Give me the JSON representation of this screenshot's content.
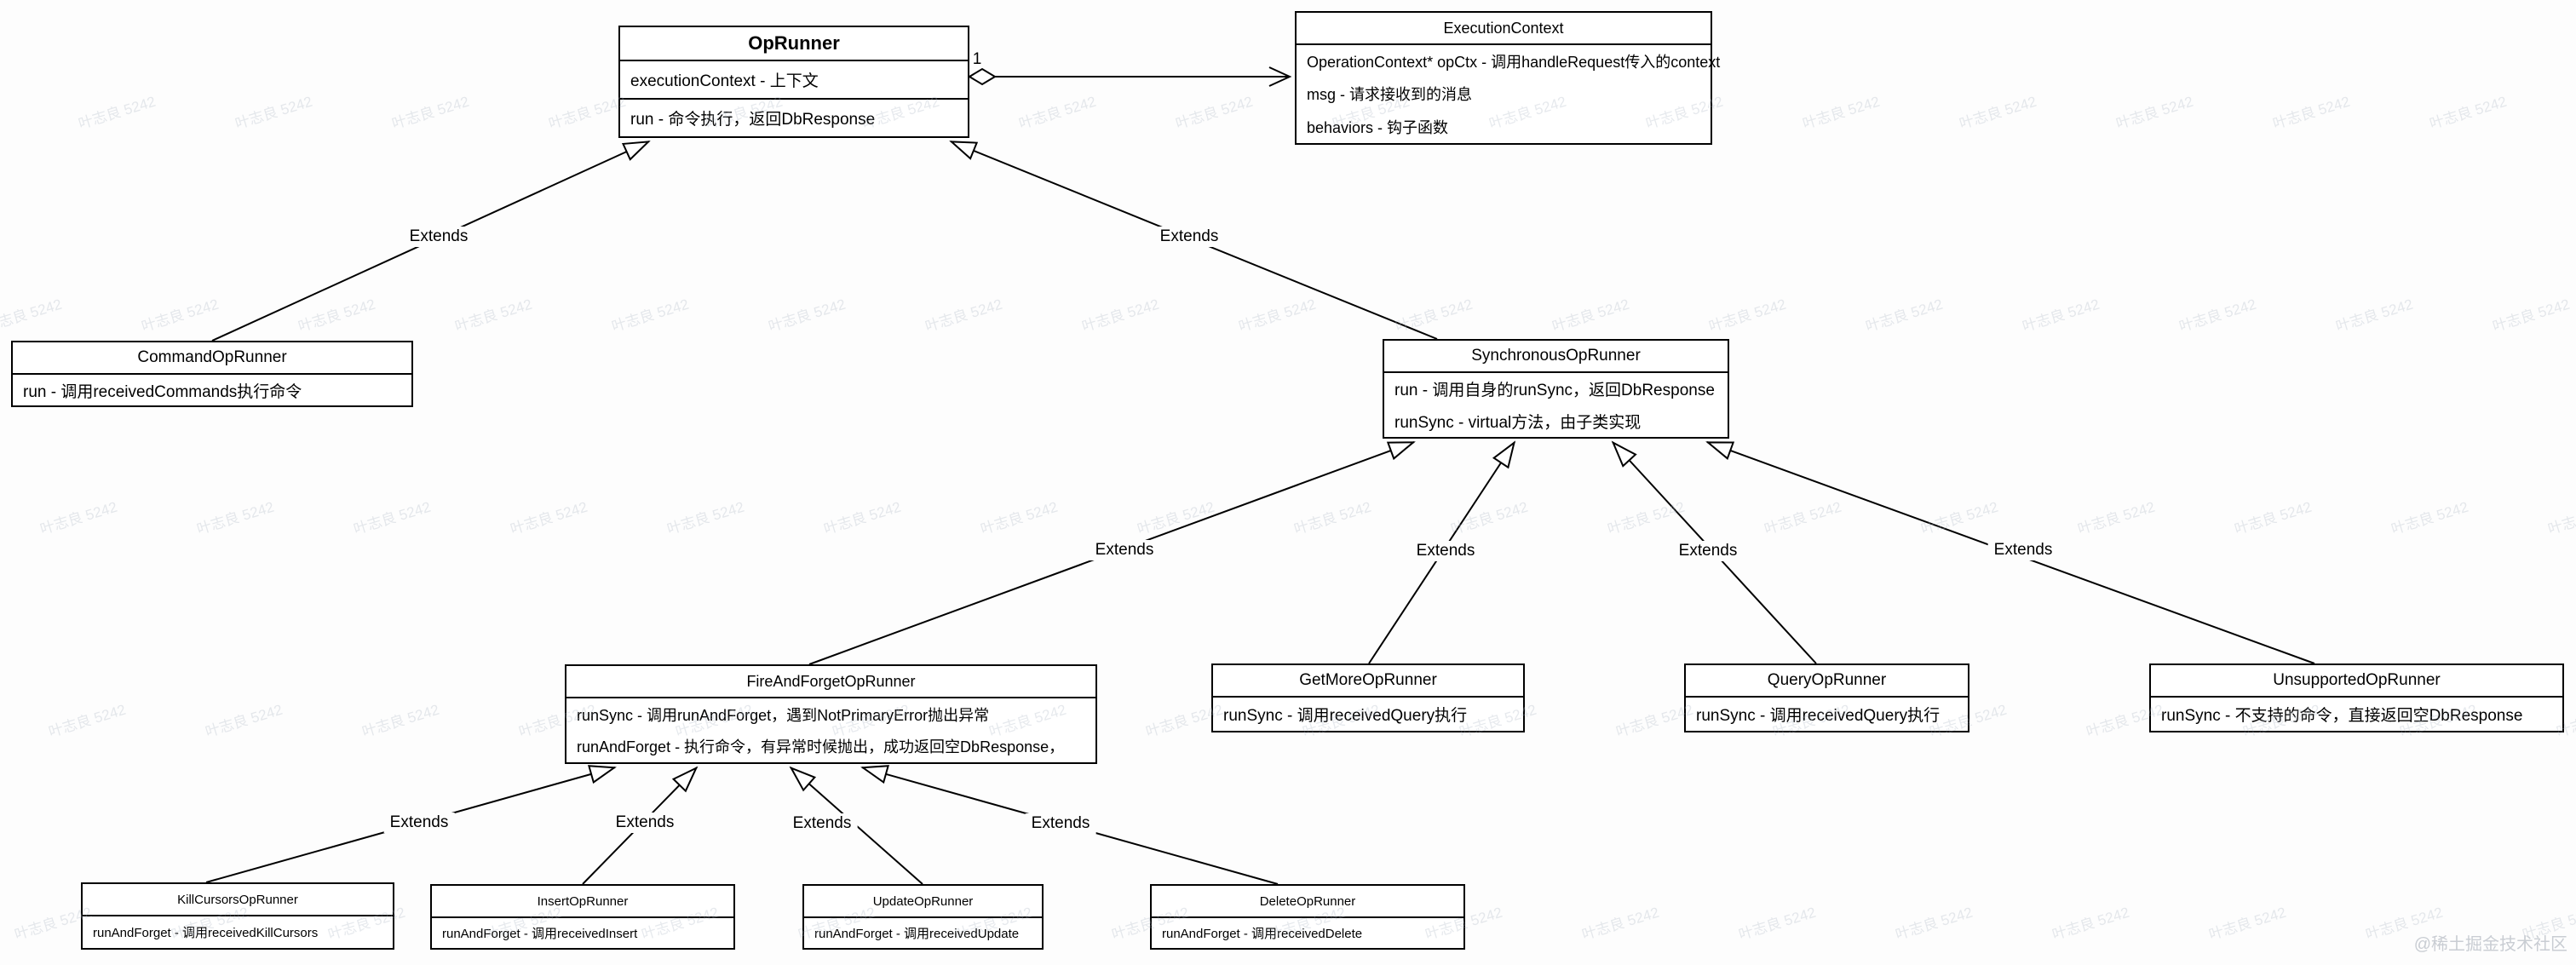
{
  "diagram": {
    "nodes": {
      "op_runner": {
        "title": "OpRunner",
        "rows": [
          "executionContext - 上下文",
          "run - 命令执行，返回DbResponse"
        ]
      },
      "execution_context": {
        "title": "ExecutionContext",
        "rows": [
          "OperationContext* opCtx - 调用handleRequest传入的context",
          "msg - 请求接收到的消息",
          "behaviors - 钩子函数"
        ]
      },
      "command": {
        "title": "CommandOpRunner",
        "rows": [
          "run - 调用receivedCommands执行命令"
        ]
      },
      "synchronous": {
        "title": "SynchronousOpRunner",
        "rows": [
          "run - 调用自身的runSync，返回DbResponse",
          "runSync - virtual方法，由子类实现"
        ]
      },
      "fire_and_forget": {
        "title": "FireAndForgetOpRunner",
        "rows": [
          "runSync - 调用runAndForget，遇到NotPrimaryError抛出异常",
          "runAndForget - 执行命令，有异常时候抛出，成功返回空DbResponse，"
        ]
      },
      "get_more": {
        "title": "GetMoreOpRunner",
        "rows": [
          "runSync - 调用receivedQuery执行"
        ]
      },
      "query": {
        "title": "QueryOpRunner",
        "rows": [
          "runSync - 调用receivedQuery执行"
        ]
      },
      "unsupported": {
        "title": "UnsupportedOpRunner",
        "rows": [
          "runSync - 不支持的命令，直接返回空DbResponse"
        ]
      },
      "kill_cursors": {
        "title": "KillCursorsOpRunner",
        "rows": [
          "runAndForget - 调用receivedKillCursors"
        ]
      },
      "insert": {
        "title": "InsertOpRunner",
        "rows": [
          "runAndForget - 调用receivedInsert"
        ]
      },
      "update": {
        "title": "UpdateOpRunner",
        "rows": [
          "runAndForget - 调用receivedUpdate"
        ]
      },
      "delete": {
        "title": "DeleteOpRunner",
        "rows": [
          "runAndForget - 调用receivedDelete"
        ]
      }
    },
    "labels": {
      "extends": "Extends",
      "multiplicity_one": "1"
    },
    "colors": {
      "line": "#000000",
      "box_fill": "#ffffff",
      "background": "#fdfdfd"
    }
  },
  "watermark": {
    "text": "叶志良 5242",
    "credit": "@稀土掘金技术社区"
  }
}
